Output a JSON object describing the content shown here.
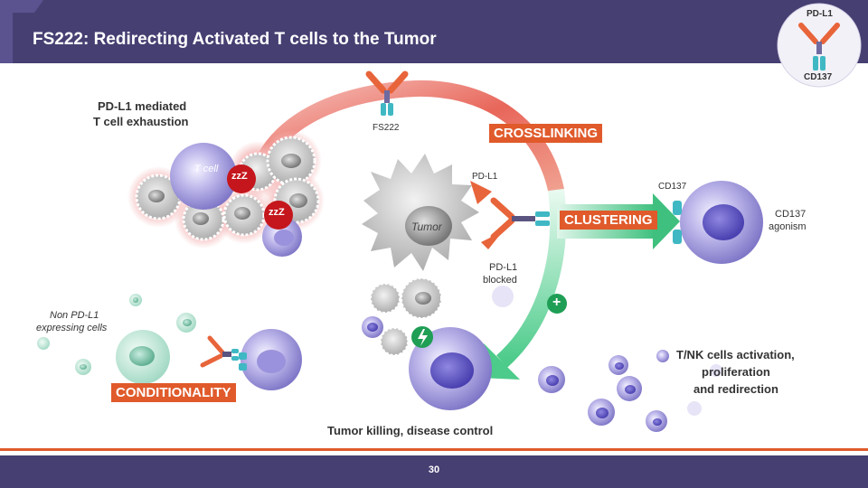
{
  "slide": {
    "title": "FS222: Redirecting Activated T cells to the Tumor",
    "page_number": "30"
  },
  "legend": {
    "top_label": "PD-L1",
    "bottom_label": "CD137"
  },
  "labels": {
    "exhaustion_title_line1": "PD-L1 mediated",
    "exhaustion_title_line2": "T cell exhaustion",
    "t_cell": "T cell",
    "fs222": "FS222",
    "crosslinking": "CROSSLINKING",
    "pdl1_top": "PD-L1",
    "tumor": "Tumor",
    "pdl1_blocked_line1": "PD-L1",
    "pdl1_blocked_line2": "blocked",
    "clustering": "CLUSTERING",
    "cd137": "CD137",
    "cd137_agonism_line1": "CD137",
    "cd137_agonism_line2": "agonism",
    "non_pdl1_line1": "Non PD-L1",
    "non_pdl1_line2": "expressing cells",
    "conditionality": "CONDITIONALITY",
    "tnk_line1": "T/NK cells activation,",
    "tnk_line2": "proliferation",
    "tnk_line3": "and redirection",
    "tumor_killing": "Tumor killing, disease control",
    "plus_symbol": "+",
    "sleep_symbol": "zzZ"
  },
  "colors": {
    "header": "#463f72",
    "accent_orange": "#e05a2b",
    "arrow_red": "#e05a52",
    "arrow_green": "#4ccb8a",
    "cd137_teal": "#3fb8c4",
    "tcell_purple": "#9b94d6",
    "tumor_gray": "#b8b8b8",
    "sleep_red": "#c4161c",
    "plus_green": "#1f9e55"
  }
}
